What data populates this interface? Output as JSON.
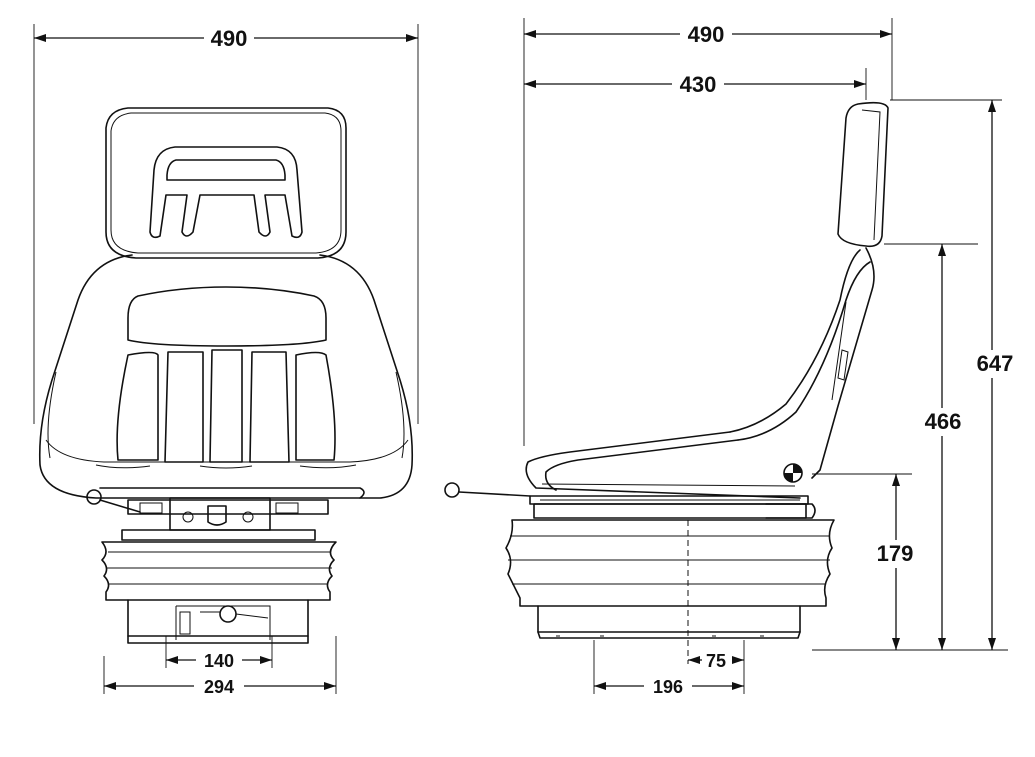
{
  "dimensions": {
    "front_overall_width": "490",
    "front_base_width": "294",
    "front_mount_spacing": "140",
    "side_overall_depth": "490",
    "side_seat_depth": "430",
    "side_overall_height": "647",
    "side_backrest_height": "466",
    "side_suspension_height": "179",
    "side_mount_spacing": "196",
    "side_mount_offset": "75"
  },
  "colors": {
    "line": "#111111",
    "background": "#ffffff"
  },
  "icons": {
    "seat_reference_point": "sip-marker-icon",
    "adjust_lever": "lever-knob-icon"
  }
}
